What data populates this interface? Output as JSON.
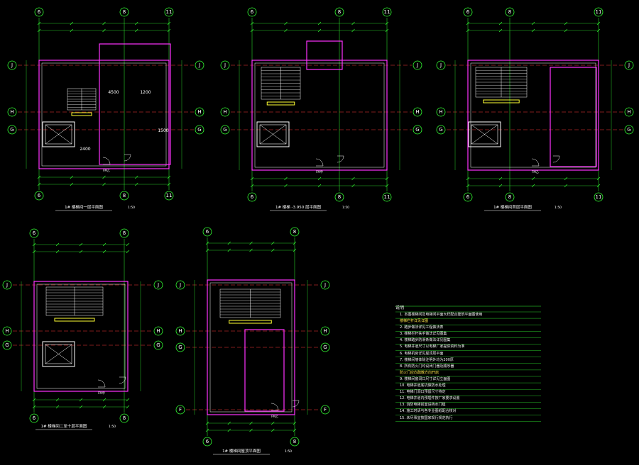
{
  "drawing": {
    "colors": {
      "background": "#000000",
      "grid_line": "#ff3b3b",
      "dimension_line": "#33ff33",
      "wall_hatch": "#ff33ff",
      "stair_tread": "#ffffff",
      "stair_landing": "#ffff33",
      "elevator": "#ffffff",
      "axis_bubble": "#ffffff",
      "notes_text": "#f2f2f2"
    },
    "axis_labels": {
      "col_a": "6",
      "col_b": "8",
      "col_c": "11",
      "row_j": "J",
      "row_h": "H",
      "row_g": "G",
      "row_f": "F"
    },
    "dimension_marks": [
      "4500",
      "1200",
      "1500",
      "2400"
    ],
    "door_tags": [
      "FM乙",
      "FM甲"
    ],
    "plans": [
      {
        "title": "1# 楼梯间一层平面图",
        "scale": "1:50"
      },
      {
        "title": "1# 楼梯 -3.950 层平面图",
        "scale": "1:50"
      },
      {
        "title": "1# 楼梯间首层平面图",
        "scale": "1:50"
      },
      {
        "title": "1# 楼梯间二至十层平面图",
        "scale": "1:50"
      },
      {
        "title": "1# 楼梯间屋顶平面图",
        "scale": "1:50"
      }
    ]
  },
  "notes": {
    "title": "说明",
    "items": [
      {
        "num": "1.",
        "text": "本图楼梯间及电梯间平面大样配合建筑平面图使用",
        "warn": false
      },
      {
        "num": "",
        "text": "楼梯栏杆详见详图",
        "warn": true
      },
      {
        "num": "2.",
        "text": "踏步做法详见工程做法表",
        "warn": false
      },
      {
        "num": "3.",
        "text": "楼梯栏杆扶手做法详见图集",
        "warn": false
      },
      {
        "num": "4.",
        "text": "楼梯踏步防滑条做法详见图集",
        "warn": false
      },
      {
        "num": "5.",
        "text": "电梯井道尺寸以电梯厂家提供资料为准",
        "warn": false
      },
      {
        "num": "6.",
        "text": "电梯机房详见屋顶层平面",
        "warn": false
      },
      {
        "num": "7.",
        "text": "楼梯间墙体除注明外均为200厚",
        "warn": false
      },
      {
        "num": "8.",
        "text": "所有防火门均设闭门器及顺序器",
        "warn": false
      },
      {
        "num": "",
        "text": "防火门应向疏散方向开启",
        "warn": true
      },
      {
        "num": "9.",
        "text": "楼梯间窗洞口尺寸详见立面图",
        "warn": false
      },
      {
        "num": "10.",
        "text": "电梯井道底坑做防水处理",
        "warn": false
      },
      {
        "num": "11.",
        "text": "电梯门洞口预留尺寸待定",
        "warn": false
      },
      {
        "num": "12.",
        "text": "电梯井道内预埋件按厂家要求设置",
        "warn": false
      },
      {
        "num": "13.",
        "text": "消防电梯前室设挡水门槛",
        "warn": false
      },
      {
        "num": "14.",
        "text": "施工时请与各专业图纸配合核对",
        "warn": false
      },
      {
        "num": "15.",
        "text": "未尽事宜按国家现行规范执行",
        "warn": false
      }
    ]
  }
}
